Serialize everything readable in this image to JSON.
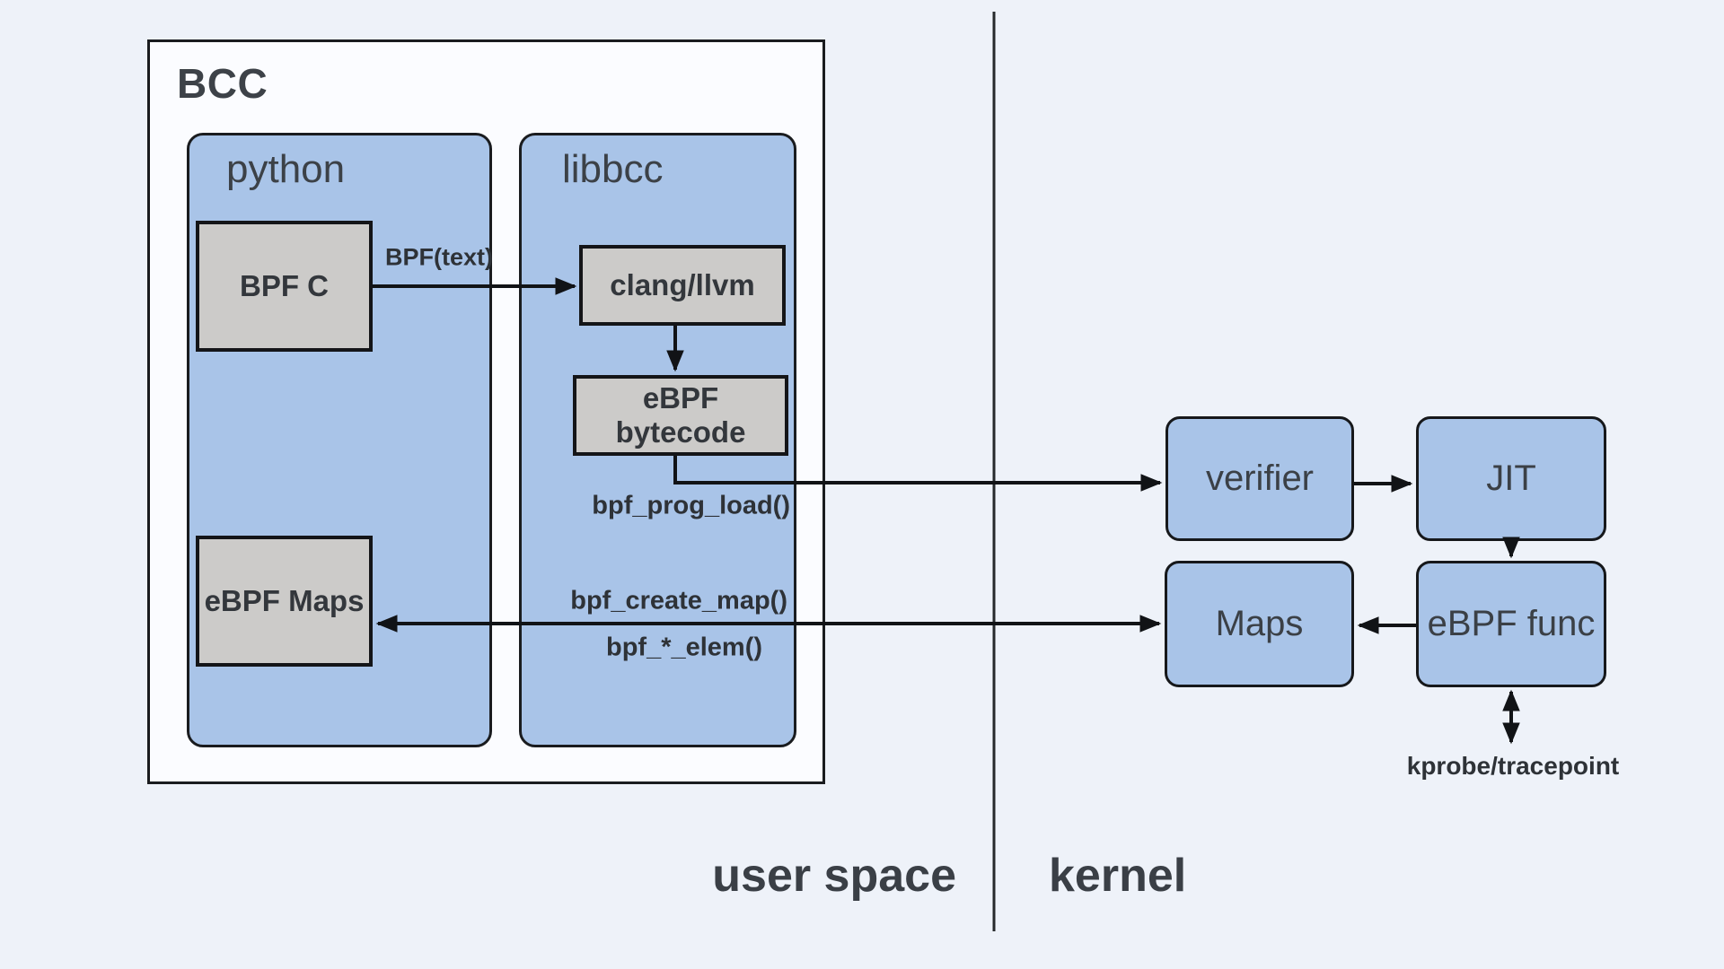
{
  "diagram": {
    "title": "BCC",
    "groups": {
      "python": "python",
      "libbcc": "libbcc"
    },
    "regions": {
      "user_space": "user space",
      "kernel": "kernel"
    },
    "nodes": {
      "bpf_c": "BPF C",
      "ebpf_maps": "eBPF Maps",
      "clang_llvm": "clang/llvm",
      "ebpf_bytecode": "eBPF bytecode",
      "verifier": "verifier",
      "jit": "JIT",
      "maps": "Maps",
      "ebpf_func": "eBPF func"
    },
    "edge_labels": {
      "bpf_text": "BPF(text)",
      "bpf_prog_load": "bpf_prog_load()",
      "bpf_create_map": "bpf_create_map()",
      "bpf_elem": "bpf_*_elem()",
      "kprobe_tracepoint": "kprobe/tracepoint"
    },
    "colors": {
      "page_background": "#eef2f9",
      "bcc_container_fill": "#fbfcff",
      "blue_group_fill": "#a9c4e8",
      "gray_node_fill": "#cccbc9",
      "line_color": "#111316",
      "text_color": "#3a3f46"
    }
  }
}
